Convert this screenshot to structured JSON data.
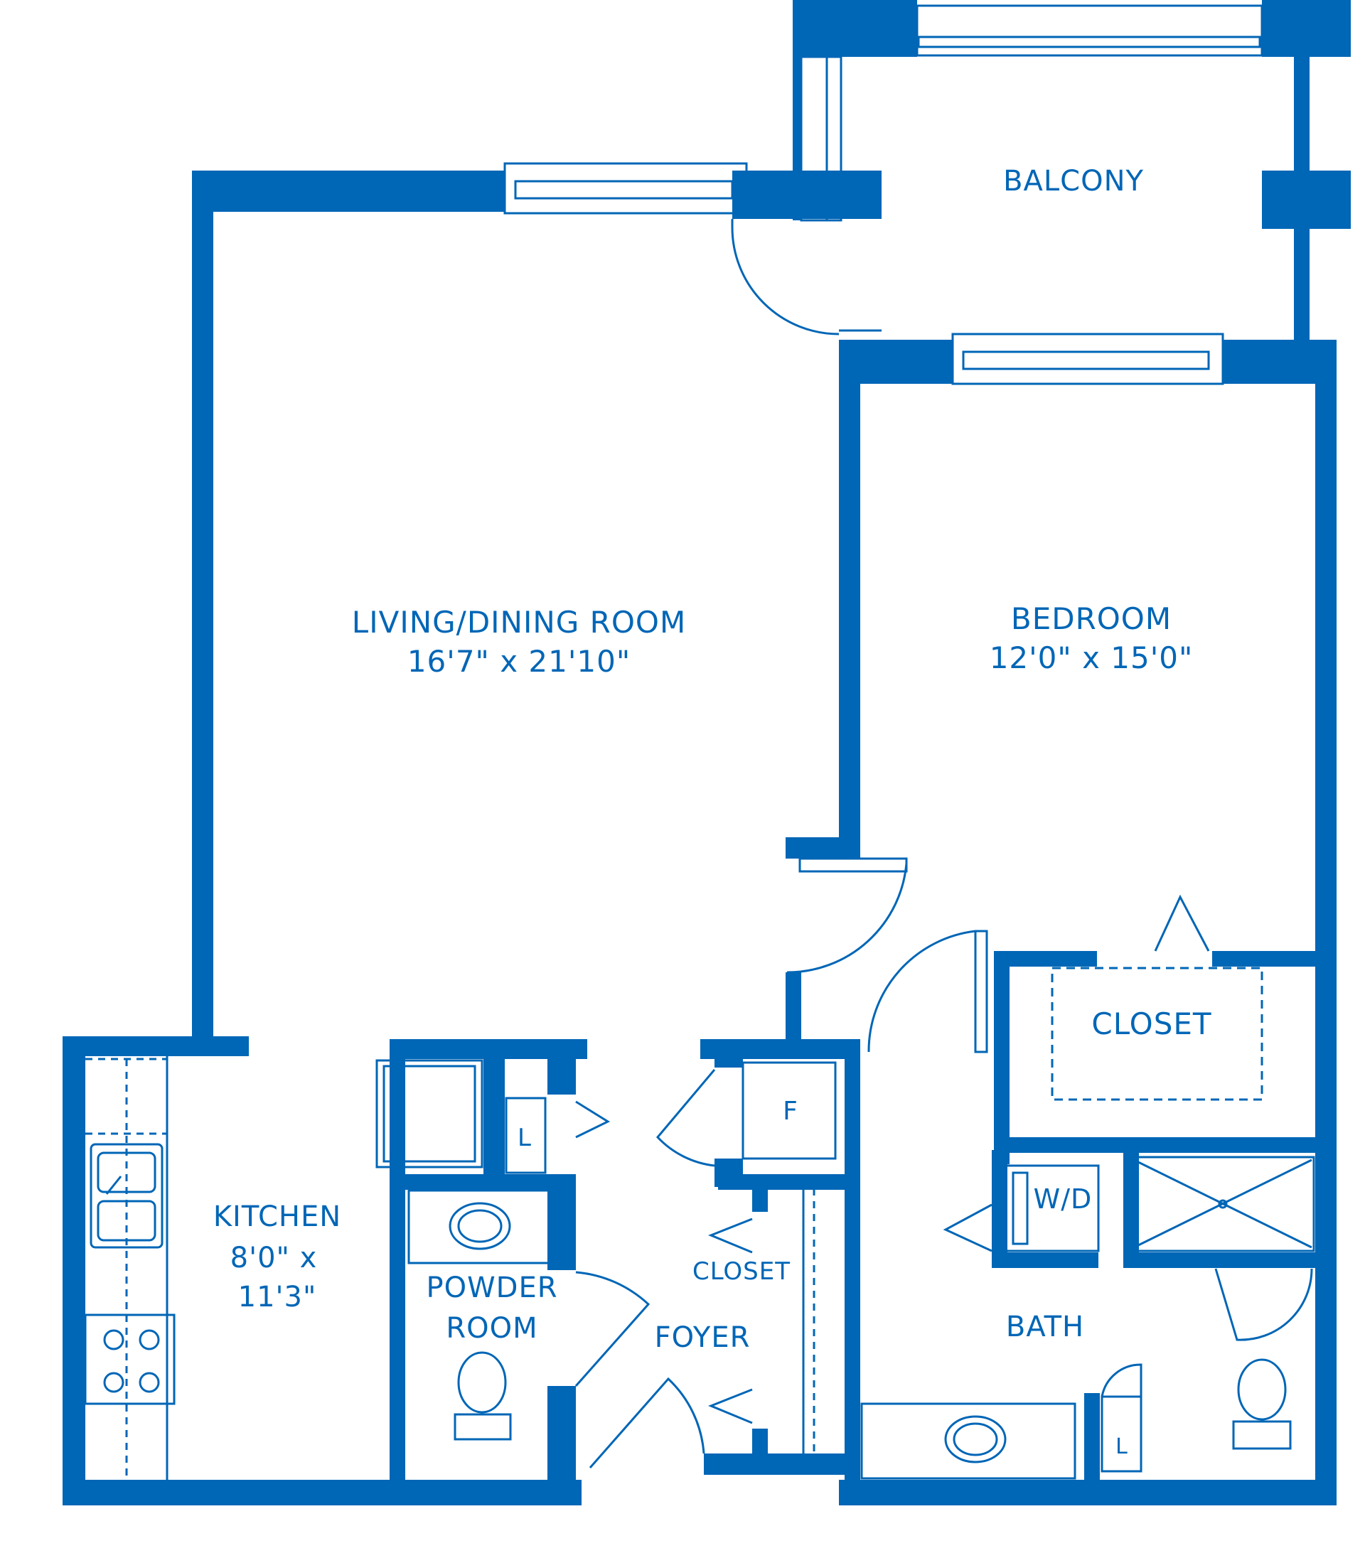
{
  "colors": {
    "wall": "#0066b6",
    "line": "#0066b6",
    "background": "#ffffff"
  },
  "rooms": {
    "balcony": {
      "name": "BALCONY"
    },
    "living": {
      "name": "LIVING/DINING ROOM",
      "size": "16'7\" x 21'10\""
    },
    "bedroom": {
      "name": "BEDROOM",
      "size": "12'0\" x 15'0\""
    },
    "closet_bedroom": {
      "name": "CLOSET"
    },
    "kitchen": {
      "line1": "KITCHEN",
      "line2": "8'0\" x",
      "line3": "11'3\""
    },
    "powder": {
      "line1": "POWDER",
      "line2": "ROOM"
    },
    "foyer": {
      "name": "FOYER"
    },
    "closet_foyer": {
      "name": "CLOSET"
    },
    "bath": {
      "name": "BATH"
    }
  },
  "fixtures": {
    "linen_powder": "L",
    "furnace": "F",
    "washer_dryer": "W/D",
    "linen_bath": "L"
  }
}
